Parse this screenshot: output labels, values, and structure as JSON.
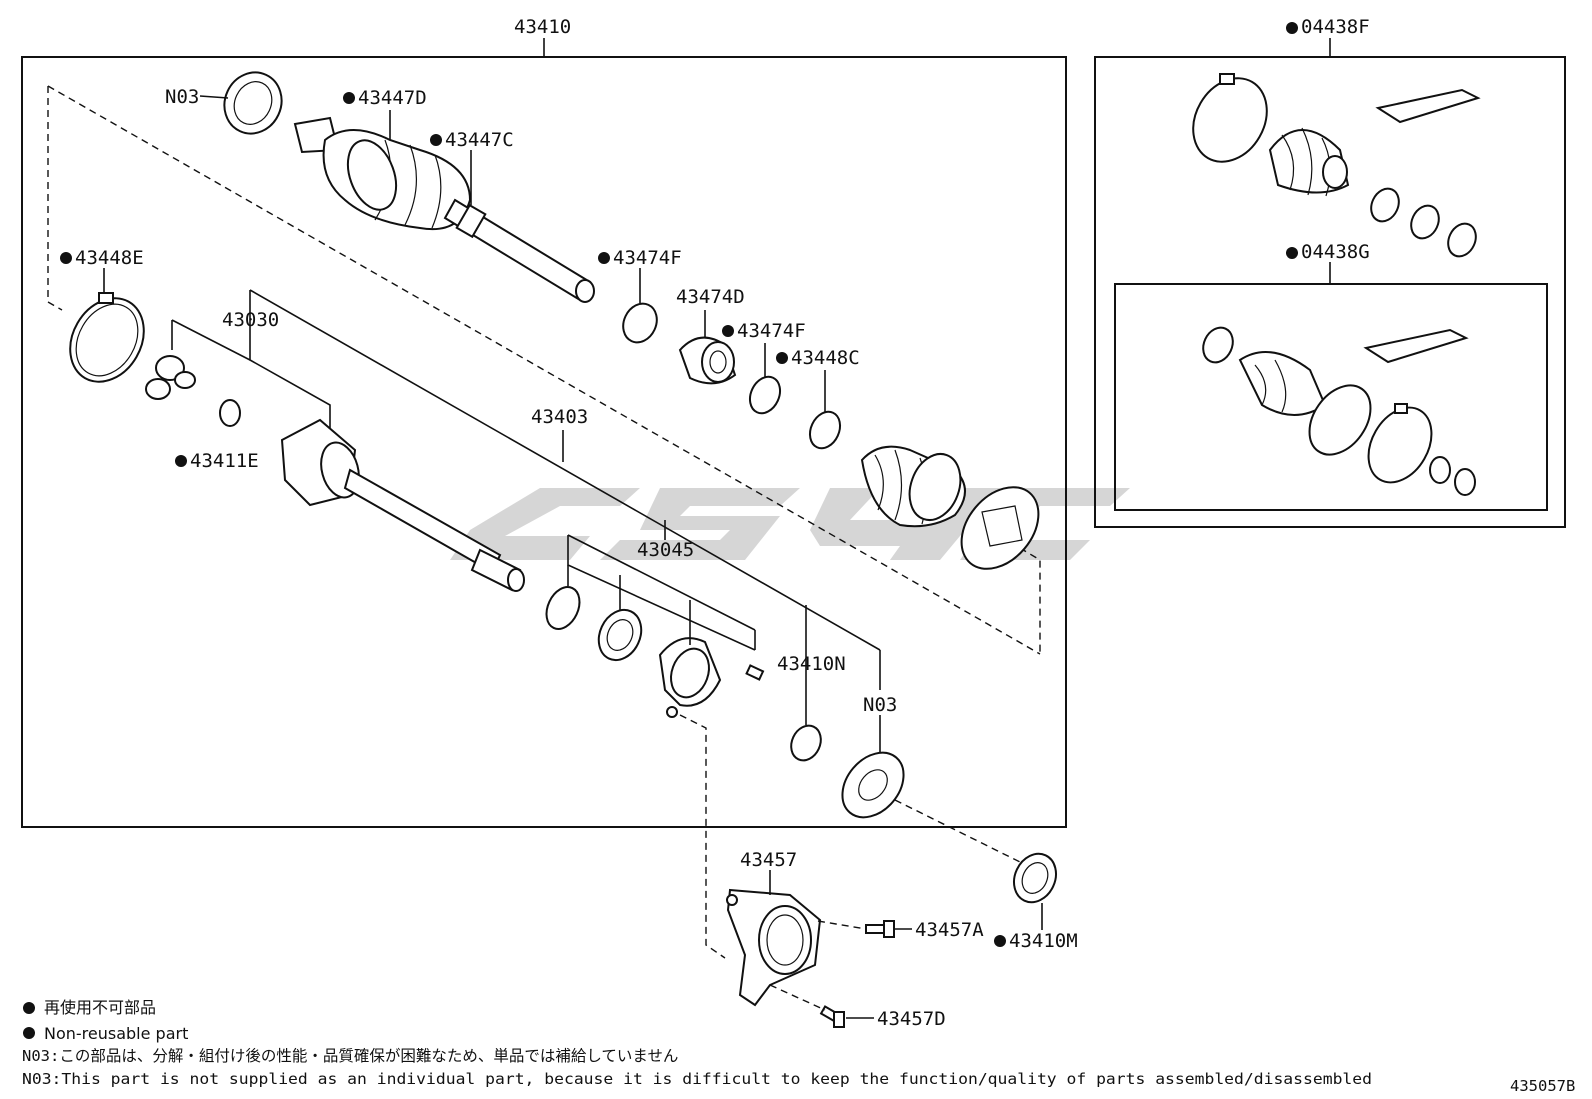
{
  "diagram_code": "435057B",
  "watermark": "GSG",
  "assembly": {
    "main": "43410",
    "kit_outer": "04438F",
    "kit_inner": "04438G"
  },
  "parts": {
    "n03_top": "N03",
    "p43447D": "43447D",
    "p43447C": "43447C",
    "p43448E": "43448E",
    "p43474F_a": "43474F",
    "p43474D": "43474D",
    "p43474F_b": "43474F",
    "p43448C": "43448C",
    "p43030": "43030",
    "p43411E": "43411E",
    "p43403": "43403",
    "p43045": "43045",
    "p43410N": "43410N",
    "n03_bottom": "N03",
    "p43457": "43457",
    "p43457A": "43457A",
    "p43410M": "43410M",
    "p43457D": "43457D"
  },
  "notes": {
    "jp_nonreusable": "再使用不可部品",
    "en_nonreusable": "Non-reusable part",
    "jp_n03": "N03:この部品は、分解・組付け後の性能・品質確保が困難なため、単品では補給していません",
    "en_n03": "N03:This part is not supplied as an individual part, because it is difficult to keep the function/quality of parts assembled/disassembled"
  }
}
